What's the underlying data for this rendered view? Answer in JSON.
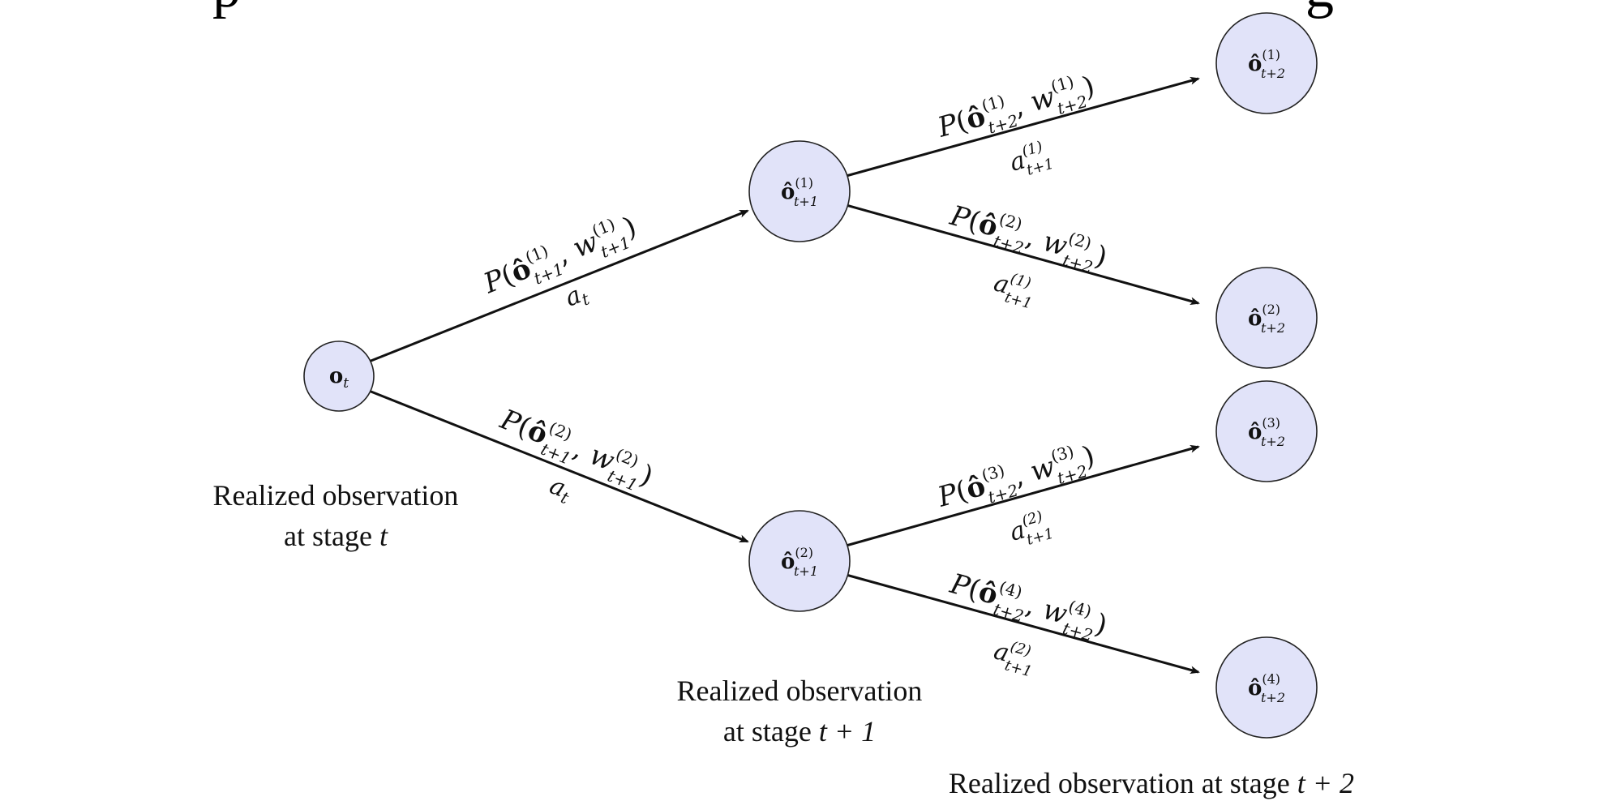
{
  "nodes": {
    "root": {
      "base": "o",
      "sub": "t"
    },
    "l1_1": {
      "base": "ô",
      "sup": "(1)",
      "sub": "t+1"
    },
    "l1_2": {
      "base": "ô",
      "sup": "(2)",
      "sub": "t+1"
    },
    "l2_1": {
      "base": "ô",
      "sup": "(1)",
      "sub": "t+2"
    },
    "l2_2": {
      "base": "ô",
      "sup": "(2)",
      "sub": "t+2"
    },
    "l2_3": {
      "base": "ô",
      "sup": "(3)",
      "sub": "t+2"
    },
    "l2_4": {
      "base": "ô",
      "sup": "(4)",
      "sub": "t+2"
    }
  },
  "edges": {
    "e1": {
      "p_sup": "(1)",
      "p_sub": "t+1",
      "w_sup": "(1)",
      "w_sub": "t+1",
      "action": "a",
      "action_sub": "t"
    },
    "e2": {
      "p_sup": "(2)",
      "p_sub": "t+1",
      "w_sup": "(2)",
      "w_sub": "t+1",
      "action": "a",
      "action_sub": "t"
    },
    "e3": {
      "p_sup": "(1)",
      "p_sub": "t+2",
      "w_sup": "(1)",
      "w_sub": "t+2",
      "action": "a",
      "action_sup": "(1)",
      "action_sub": "t+1"
    },
    "e4": {
      "p_sup": "(2)",
      "p_sub": "t+2",
      "w_sup": "(2)",
      "w_sub": "t+2",
      "action": "a",
      "action_sup": "(1)",
      "action_sub": "t+1"
    },
    "e5": {
      "p_sup": "(3)",
      "p_sub": "t+2",
      "w_sup": "(3)",
      "w_sub": "t+2",
      "action": "a",
      "action_sup": "(2)",
      "action_sub": "t+1"
    },
    "e6": {
      "p_sup": "(4)",
      "p_sub": "t+2",
      "w_sup": "(4)",
      "w_sub": "t+2",
      "action": "a",
      "action_sup": "(2)",
      "action_sub": "t+1"
    }
  },
  "captions": {
    "stage_t": {
      "line1": "Realized observation",
      "line2_text": "at stage ",
      "line2_math": "t"
    },
    "stage_t1": {
      "line1": "Realized observation",
      "line2_text": "at stage ",
      "line2_math": "t + 1"
    },
    "stage_t2": {
      "text": "Realized observation at stage ",
      "math": "t + 2"
    }
  },
  "colors": {
    "node_fill": "#e1e3f9",
    "stroke": "#111111"
  }
}
